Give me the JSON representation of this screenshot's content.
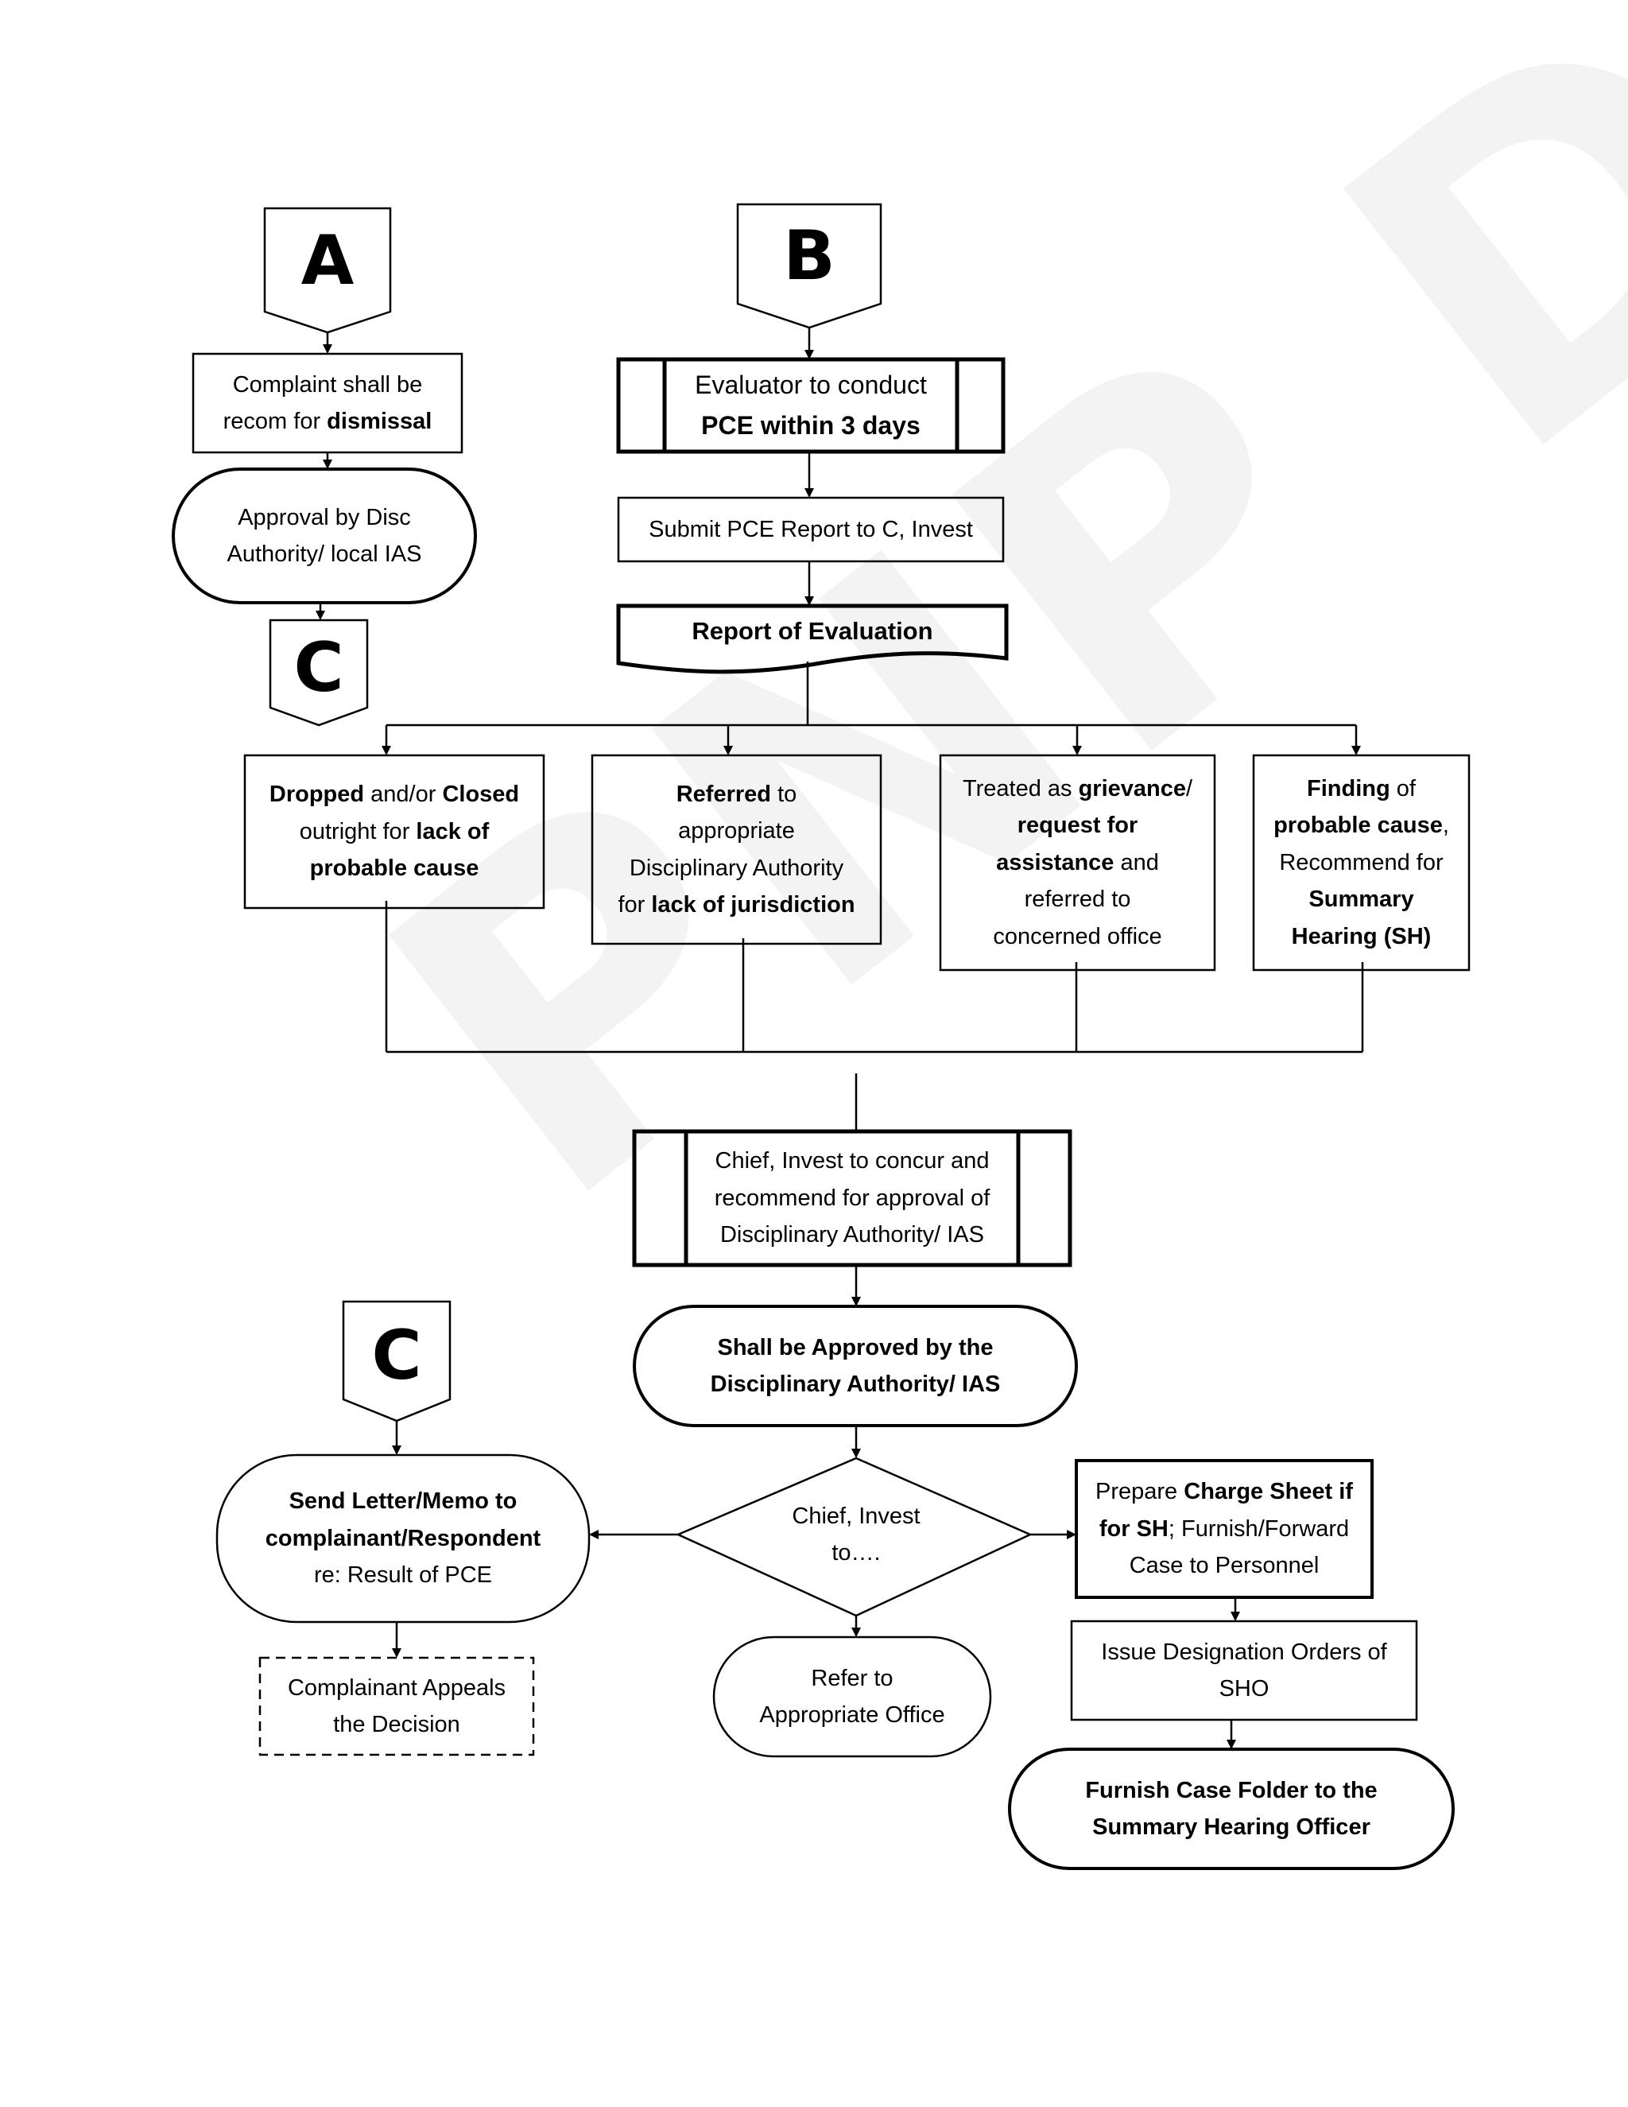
{
  "watermark": "PNP DIDM",
  "connectors": {
    "a": "A",
    "b": "B",
    "c1": "C",
    "c2": "C"
  },
  "nodes": {
    "complaint_recom": {
      "l1": "Complaint shall be",
      "l2a": "recom for ",
      "l2b": "dismissal"
    },
    "approval_disc": {
      "l1": "Approval by Disc",
      "l2": "Authority/ local IAS"
    },
    "evaluator": {
      "l1": "Evaluator to conduct",
      "l2": "PCE  within 3 days"
    },
    "submit_pce": {
      "l1": "Submit PCE Report to C, Invest"
    },
    "report_eval": {
      "l1": "Report of Evaluation"
    },
    "dropped": {
      "a": "Dropped",
      "b": " and/or ",
      "c": "Closed",
      "d": "outright for ",
      "e": "lack of",
      "f": "probable cause"
    },
    "referred": {
      "a": "Referred",
      "b": " to",
      "c": "appropriate",
      "d": "Disciplinary Authority",
      "e": "for ",
      "f": "lack of jurisdiction"
    },
    "treated": {
      "a": "Treated as ",
      "b": "grievance",
      "c": "/",
      "d": "request for",
      "e": "assistance",
      "f": " and",
      "g": "referred to",
      "h": "concerned office"
    },
    "finding": {
      "a": "Finding",
      "b": " of",
      "c": "probable cause",
      "d": ",",
      "e": "Recommend for",
      "f": "Summary",
      "g": "Hearing (SH)"
    },
    "chief_concur": {
      "l1": "Chief, Invest to concur and",
      "l2": "recommend for approval of",
      "l3": "Disciplinary Authority/ IAS"
    },
    "shall_approved": {
      "l1": "Shall be Approved by the",
      "l2": "Disciplinary Authority/ IAS"
    },
    "chief_decision": {
      "l1": "Chief, Invest",
      "l2": "to…."
    },
    "send_letter": {
      "l1": "Send Letter/Memo to",
      "l2": "complainant/Respondent",
      "l3": "re: Result of PCE"
    },
    "appeal": {
      "l1": "Complainant  Appeals",
      "l2": "the Decision"
    },
    "refer_office": {
      "l1": "Refer to",
      "l2": "Appropriate Office"
    },
    "charge_sheet": {
      "a": "Prepare ",
      "b": "Charge Sheet if",
      "c": "for SH",
      "d": "; Furnish/Forward",
      "e": "Case to Personnel"
    },
    "issue_orders": {
      "l1": "Issue Designation Orders of",
      "l2": "SHO"
    },
    "furnish_folder": {
      "l1": "Furnish Case Folder to the",
      "l2": "Summary Hearing Officer"
    }
  }
}
